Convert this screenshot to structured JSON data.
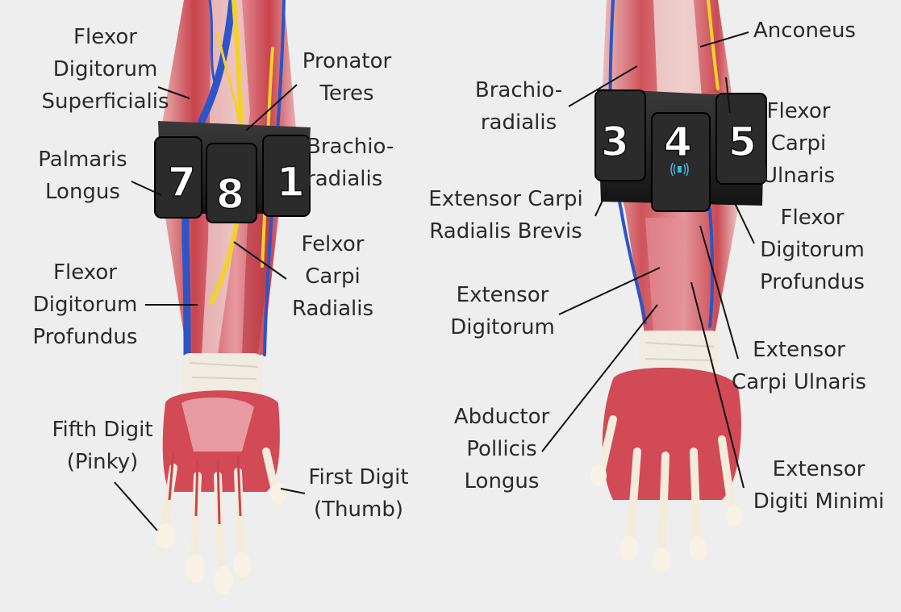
{
  "colors": {
    "background": "#eeeeee",
    "muscle": "#c9434d",
    "muscle_light": "#e7a3a6",
    "tendon": "#f3ecdc",
    "vein": "#2b55c8",
    "nerve": "#f2d22a",
    "band": "#1c1c1c",
    "band_pod": "#2a2a2a",
    "leader_line": "#111111"
  },
  "left_view": {
    "labels": {
      "flexor_digitorum_superficialis": "Flexor\nDigitorum\nSuperficialis",
      "pronator_teres": "Pronator\nTeres",
      "brachioradialis": "Brachio-\nradialis",
      "palmaris_longus": "Palmaris\nLongus",
      "felxor_carpi_radialis": "Felxor\nCarpi\nRadialis",
      "flexor_digitorum_profundus": "Flexor\nDigitorum\nProfundus",
      "fifth_digit": "Fifth Digit\n(Pinky)",
      "first_digit": "First Digit\n(Thumb)"
    },
    "band_numbers": [
      "7",
      "8",
      "1"
    ]
  },
  "right_view": {
    "labels": {
      "anconeus": "Anconeus",
      "brachioradialis": "Brachio-\nradialis",
      "flexor_carpi_ulnaris": "Flexor\nCarpi\nUlnaris",
      "extensor_carpi_radialis_brevis": "Extensor Carpi\nRadialis Brevis",
      "flexor_digitorum_profundus": "Flexor\nDigitorum\nProfundus",
      "extensor_digitorum": "Extensor\nDigitorum",
      "extensor_carpi_ulnaris": "Extensor\nCarpi Ulnaris",
      "abductor_pollicis_longus": "Abductor\nPollicis\nLongus",
      "extensor_digiti_minimi": "Extensor\nDigiti Minimi"
    },
    "band_numbers": [
      "3",
      "4",
      "5"
    ],
    "band_icon": "wireless-signal-icon"
  }
}
